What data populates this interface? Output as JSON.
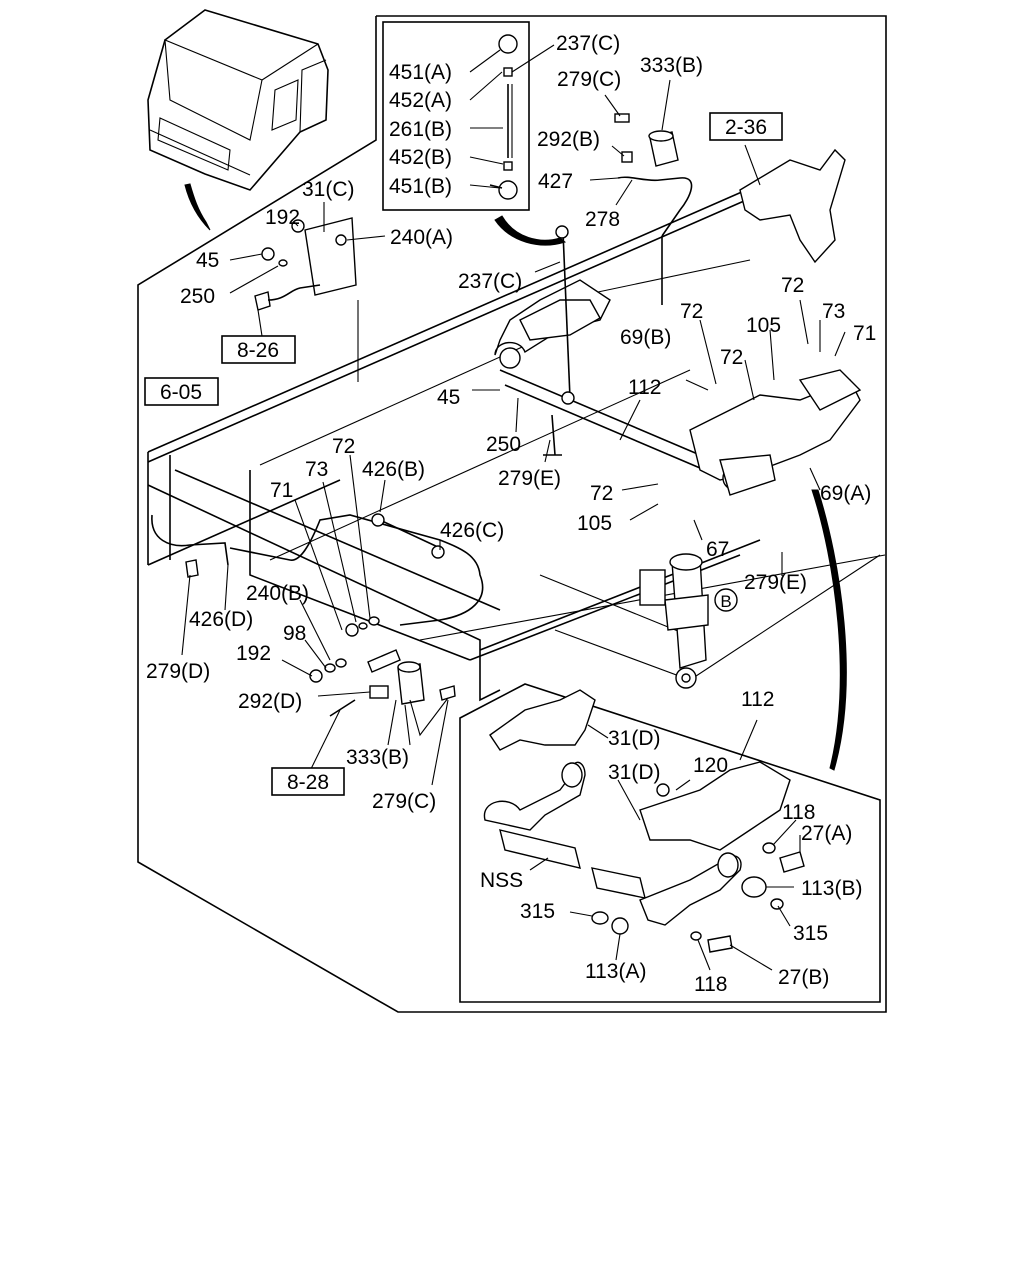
{
  "callouts": {
    "c451a": "451(A)",
    "c452a": "452(A)",
    "c261b": "261(B)",
    "c452b": "452(B)",
    "c451b": "451(B)",
    "c237c_top": "237(C)",
    "c279c_top": "279(C)",
    "c333b_top": "333(B)",
    "c292b": "292(B)",
    "c427": "427",
    "c278": "278",
    "c237c_mid": "237(C)",
    "c31c": "31(C)",
    "c192_top": "192",
    "c240a": "240(A)",
    "c45_left": "45",
    "c250_left": "250",
    "c72_a": "72",
    "c73_r": "73",
    "c71_r": "71",
    "c72_b": "72",
    "c69b": "69(B)",
    "c72_c": "72",
    "c105_top": "105",
    "c112_mid": "112",
    "c45_mid": "45",
    "c250_mid": "250",
    "c279e_mid": "279(E)",
    "c72_d": "72",
    "c105_mid": "105",
    "c69a": "69(A)",
    "c67": "67",
    "c279e_right": "279(E)",
    "c72_left": "72",
    "c73_left": "73",
    "c426b": "426(B)",
    "c71_left": "71",
    "c426c": "426(C)",
    "c240b": "240(B)",
    "c426d": "426(D)",
    "c98": "98",
    "c192_low": "192",
    "c279d": "279(D)",
    "c292d": "292(D)",
    "c333b_low": "333(B)",
    "c279c_low": "279(C)",
    "c112_inset": "112",
    "c31d_top": "31(D)",
    "c31d_mid": "31(D)",
    "c120": "120",
    "c118_top": "118",
    "c27a": "27(A)",
    "cNSS": "NSS",
    "c113b": "113(B)",
    "c315_left": "315",
    "c315_right": "315",
    "c113a": "113(A)",
    "c118_low": "118",
    "c27b": "27(B)",
    "circledB": "B"
  },
  "references": {
    "r2_36": "2-36",
    "r8_26": "8-26",
    "r6_05": "6-05",
    "r8_28": "8-28"
  }
}
